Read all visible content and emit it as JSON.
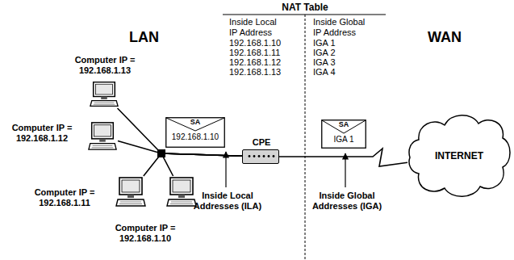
{
  "diagram": {
    "title": "NAT Table",
    "nodes": [
      {
        "text": [
          "Computer IP = 192.168.1.13"
        ]
      },
      {
        "text": [
          "Computer IP = 192.168.1.12"
        ]
      },
      {
        "text": [
          "Computer IP = 192.168.1.11"
        ]
      },
      {
        "text": [
          "Computer IP = 192.168.1.10"
        ]
      },
      {
        "text": [
          "SA",
          "192.168.1.10"
        ]
      },
      {
        "text": [
          "CPE"
        ]
      },
      {
        "text": [
          "SA",
          "IGA 1"
        ]
      },
      {
        "text": [
          "INTERNET"
        ]
      }
    ],
    "edges": [
      {
        "from": 0,
        "to": 5,
        "arrow": "none"
      },
      {
        "from": 1,
        "to": 5,
        "arrow": "none"
      },
      {
        "from": 2,
        "to": 5,
        "arrow": "none"
      },
      {
        "from": 3,
        "to": 5,
        "arrow": "none"
      },
      {
        "from": 5,
        "to": 7,
        "arrow": "none"
      }
    ],
    "labels": [
      "LAN",
      "WAN",
      "Inside Local IP Address",
      "192.168.1.10",
      "192.168.1.11",
      "192.168.1.12",
      "192.168.1.13",
      "Inside Global IP Address",
      "IGA 1",
      "IGA 2",
      "IGA 3",
      "IGA 4",
      "Inside Local Addresses (ILA)",
      "Inside Global Addresses (IGA)"
    ]
  }
}
